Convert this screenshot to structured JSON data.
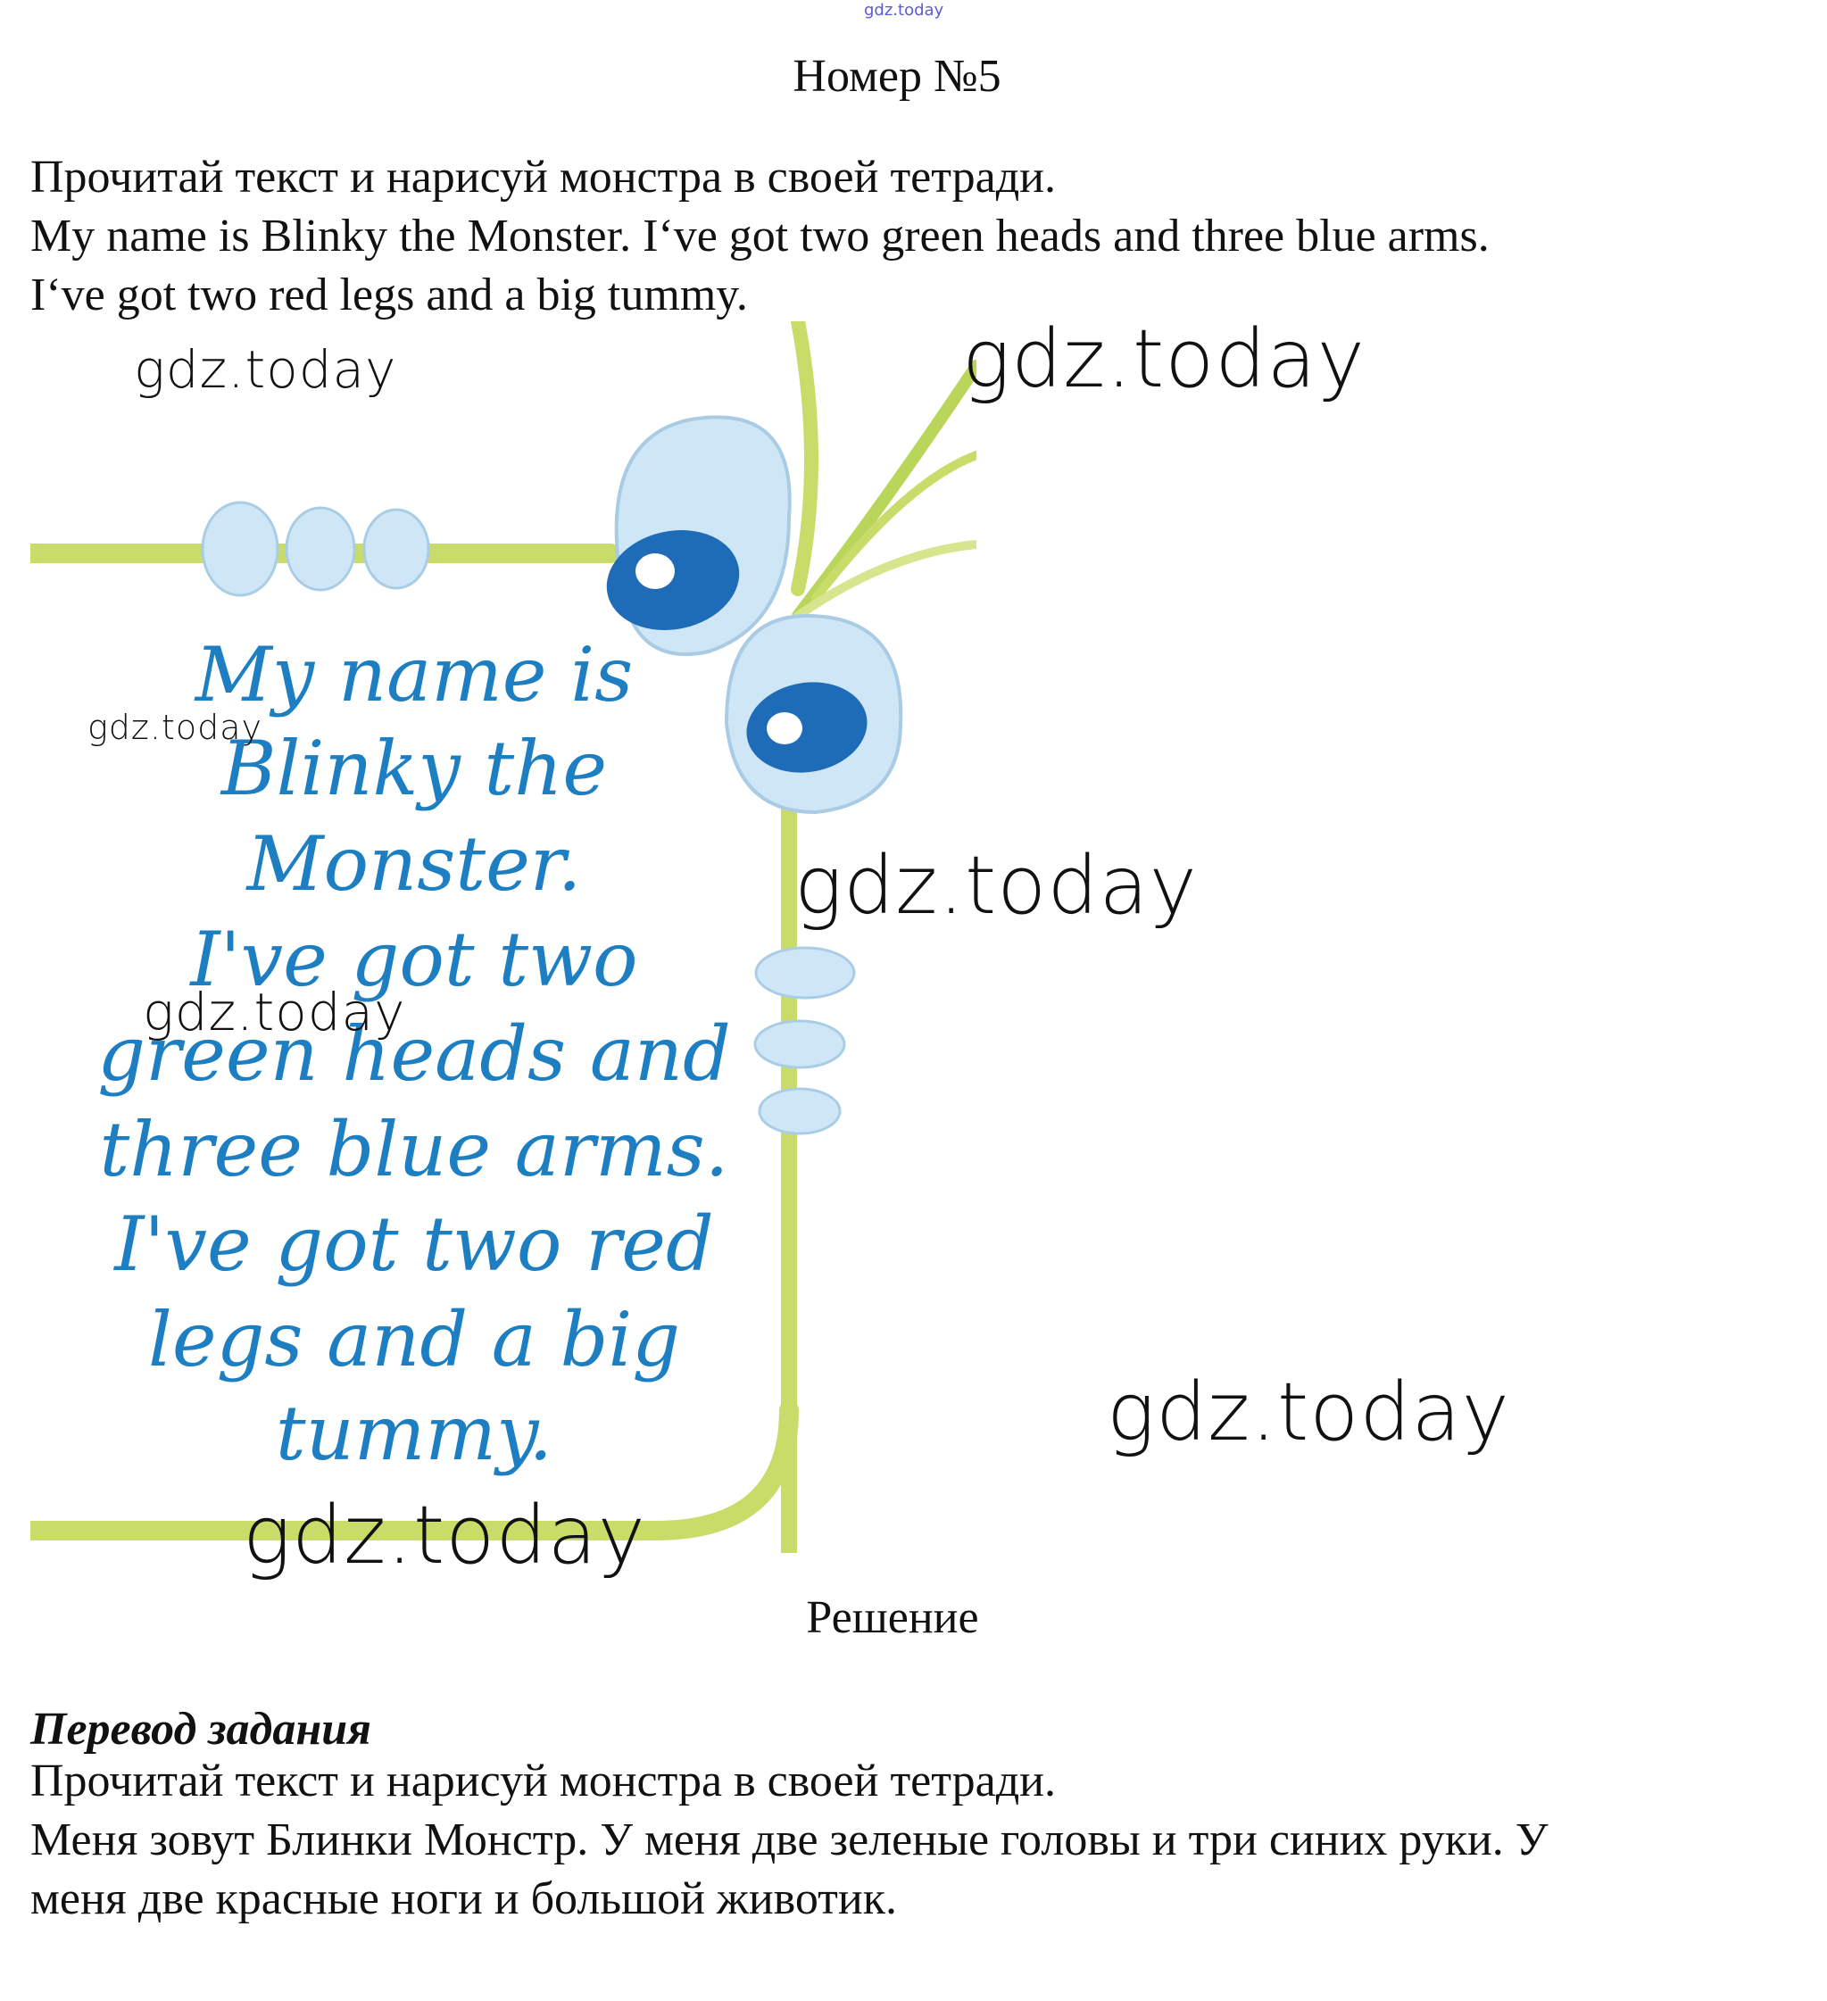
{
  "watermark_small_top": "gdz.today",
  "title": "Номер №5",
  "task": {
    "line1": "Прочитай текст и нарисуй монстра в своей тетради.",
    "line2": "My name is Blinky the Monster. I‘ve got two green heads and three blue arms.",
    "line3": "I‘ve got two red legs and a big tummy."
  },
  "illustration": {
    "poem_lines": [
      "My  name  is",
      "Blinky  the",
      "Monster.",
      "I've  got  two",
      "green  heads  and",
      "three  blue  arms.",
      "I've  got  two  red",
      "legs  and  a  big",
      "tummy."
    ],
    "colors": {
      "frame_green": "#c9dc6a",
      "head_blue": "#cfe6f6",
      "eye_blue": "#1e6bb8",
      "text_blue": "#1d7fc1"
    }
  },
  "watermarks": [
    "gdz.today",
    "gdz.today",
    "gdz.today",
    "gdz.today",
    "gdz.today",
    "gdz.today",
    "gdz.today"
  ],
  "solution_label": "Решение",
  "translation": {
    "heading": "Перевод задания",
    "line1": "Прочитай текст и нарисуй монстра в своей тетради.",
    "line2": "Меня зовут Блинки Монстр. У меня две зеленые головы и три синих руки. У",
    "line3": "меня две красные ноги и большой животик."
  }
}
